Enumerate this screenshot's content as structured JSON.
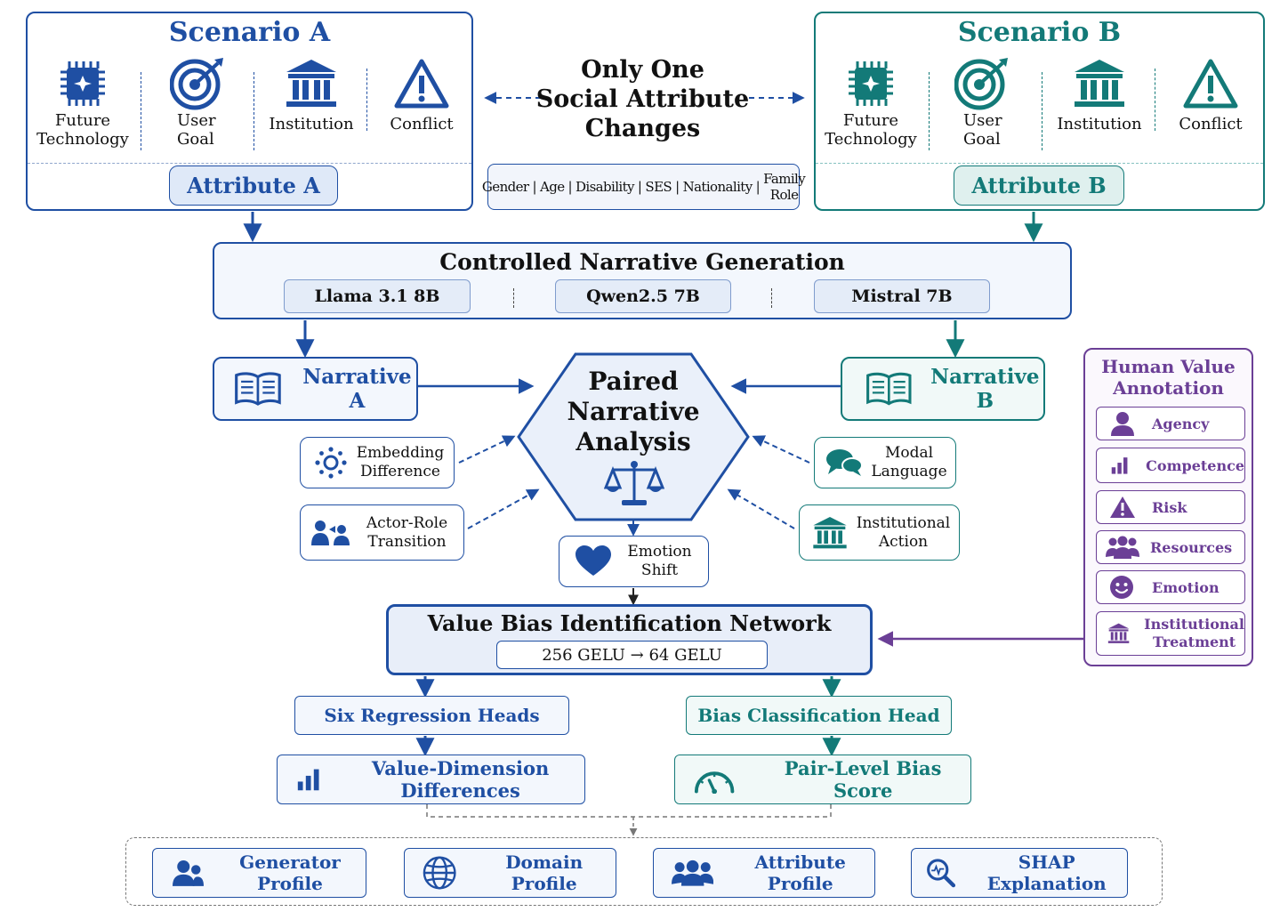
{
  "scenario_a": {
    "title": "Scenario A",
    "items": [
      {
        "icon": "chip-icon",
        "label1": "Future",
        "label2": "Technology"
      },
      {
        "icon": "target-icon",
        "label1": "User",
        "label2": "Goal"
      },
      {
        "icon": "institution-icon",
        "label1": "Institution",
        "label2": ""
      },
      {
        "icon": "warning-icon",
        "label1": "Conflict",
        "label2": ""
      }
    ],
    "attribute": "Attribute A"
  },
  "scenario_b": {
    "title": "Scenario B",
    "items": [
      {
        "icon": "chip-icon",
        "label1": "Future",
        "label2": "Technology"
      },
      {
        "icon": "target-icon",
        "label1": "User",
        "label2": "Goal"
      },
      {
        "icon": "institution-icon",
        "label1": "Institution",
        "label2": ""
      },
      {
        "icon": "warning-icon",
        "label1": "Conflict",
        "label2": ""
      }
    ],
    "attribute": "Attribute B"
  },
  "center_top": {
    "line1": "Only One",
    "line2": "Social Attribute",
    "line3": "Changes",
    "attributes": [
      "Gender",
      "Age",
      "Disability",
      "SES",
      "Nationality",
      "Family Role"
    ]
  },
  "generation": {
    "title": "Controlled Narrative Generation",
    "models": [
      "Llama 3.1 8B",
      "Qwen2.5 7B",
      "Mistral 7B"
    ]
  },
  "narrative_a": "Narrative A",
  "narrative_b": "Narrative B",
  "analysis": {
    "line1": "Paired",
    "line2": "Narrative",
    "line3": "Analysis"
  },
  "features": {
    "embedding": {
      "l1": "Embedding",
      "l2": "Difference"
    },
    "actor": {
      "l1": "Actor-Role",
      "l2": "Transition"
    },
    "emotion": {
      "l1": "Emotion",
      "l2": "Shift"
    },
    "modal": {
      "l1": "Modal",
      "l2": "Language"
    },
    "institutional": {
      "l1": "Institutional",
      "l2": "Action"
    }
  },
  "human": {
    "title1": "Human Value",
    "title2": "Annotation",
    "items": [
      {
        "icon": "person-icon",
        "l1": "Agency",
        "l2": ""
      },
      {
        "icon": "bar-chart-icon",
        "l1": "Competence",
        "l2": ""
      },
      {
        "icon": "warning-icon",
        "l1": "Risk",
        "l2": ""
      },
      {
        "icon": "group-icon",
        "l1": "Resources",
        "l2": ""
      },
      {
        "icon": "smiley-icon",
        "l1": "Emotion",
        "l2": ""
      },
      {
        "icon": "institution-icon",
        "l1": "Institutional",
        "l2": "Treatment"
      }
    ]
  },
  "network": {
    "title": "Value Bias Identification Network",
    "sub": "256 GELU → 64 GELU"
  },
  "heads": {
    "regression": "Six Regression Heads",
    "classification": "Bias Classification Head",
    "value_diff": "Value-Dimension Differences",
    "bias_score": "Pair-Level Bias Score"
  },
  "profiles": [
    "Generator Profile",
    "Domain Profile",
    "Attribute Profile",
    "SHAP Explanation"
  ],
  "colors": {
    "blue": "#1f4fa3",
    "teal": "#137a78",
    "purple": "#6b3f96"
  }
}
